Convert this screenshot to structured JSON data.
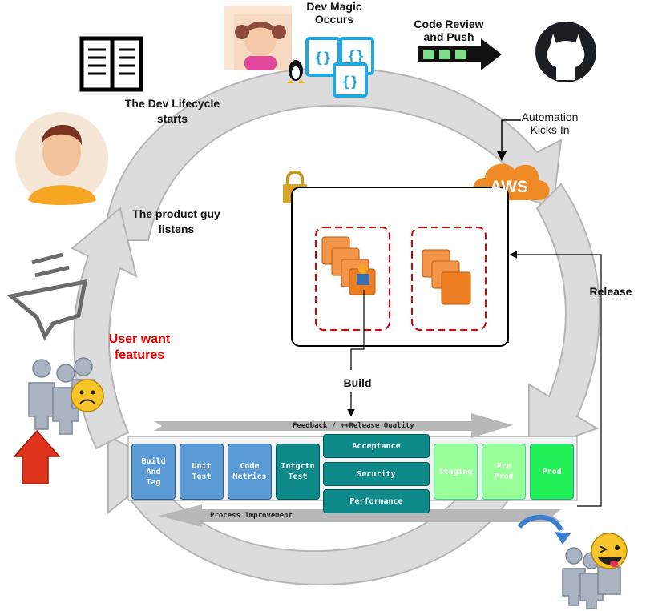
{
  "labels": {
    "dev_magic": "Dev Magic\nOccurs",
    "code_review": "Code Review\nand Push",
    "automation": "Automation\nKicks In",
    "lifecycle": "The Dev Lifecycle\nstarts",
    "product_guy": "The product guy\nlistens",
    "user_want": "User want\nfeatures",
    "build": "Build",
    "release": "Release",
    "aws": "AWS"
  },
  "pipeline": {
    "feedback": "Feedback / ++Release Quality",
    "process": "Process Improvement",
    "stages": [
      {
        "id": "build-and-tag",
        "label": "Build\nAnd\nTag"
      },
      {
        "id": "unit-test",
        "label": "Unit\nTest"
      },
      {
        "id": "code-metrics",
        "label": "Code\nMetrics"
      },
      {
        "id": "intgrtn-test",
        "label": "Intgrtn\nTest"
      },
      {
        "id": "acceptance",
        "label": "Acceptance"
      },
      {
        "id": "security",
        "label": "Security"
      },
      {
        "id": "performance",
        "label": "Performance"
      },
      {
        "id": "staging",
        "label": "Staging"
      },
      {
        "id": "pre-prod",
        "label": "Pre\nProd"
      },
      {
        "id": "prod",
        "label": "Prod"
      }
    ]
  },
  "colors": {
    "cycle_arrow": "#d9d9d9",
    "aws_orange": "#f08a24",
    "user_want_red": "#e00000",
    "blue_stage": "#5b9bd5",
    "teal_stage": "#0e8a8a",
    "staging_green": "#99ff99",
    "prod_green": "#22ee55"
  }
}
